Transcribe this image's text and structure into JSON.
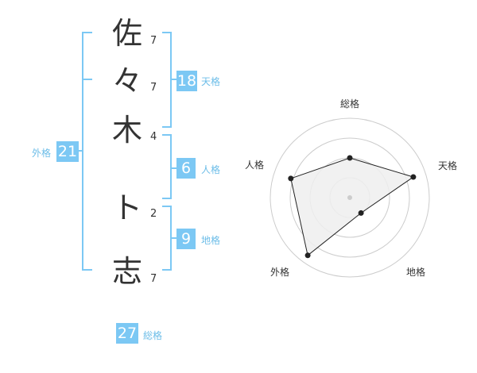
{
  "name_chars": [
    {
      "char": "佐",
      "strokes": "7"
    },
    {
      "char": "々",
      "strokes": "7"
    },
    {
      "char": "木",
      "strokes": "4"
    },
    {
      "char": "ト",
      "strokes": "2"
    },
    {
      "char": "志",
      "strokes": "7"
    }
  ],
  "kakusu": {
    "tenkaku": {
      "value": "18",
      "label": "天格"
    },
    "jinkaku": {
      "value": "6",
      "label": "人格"
    },
    "chikaku": {
      "value": "9",
      "label": "地格"
    },
    "gaikaku": {
      "value": "21",
      "label": "外格"
    },
    "soukaku": {
      "value": "27",
      "label": "総格"
    }
  },
  "colors": {
    "accent": "#7cc8f4",
    "label": "#6cbde8",
    "text": "#333333"
  },
  "chart_data": {
    "type": "radar",
    "axes": [
      "総格",
      "天格",
      "地格",
      "外格",
      "人格"
    ],
    "values": [
      2.5,
      4.2,
      1.2,
      4.5,
      3.9
    ],
    "max": 5,
    "rings": 4
  }
}
